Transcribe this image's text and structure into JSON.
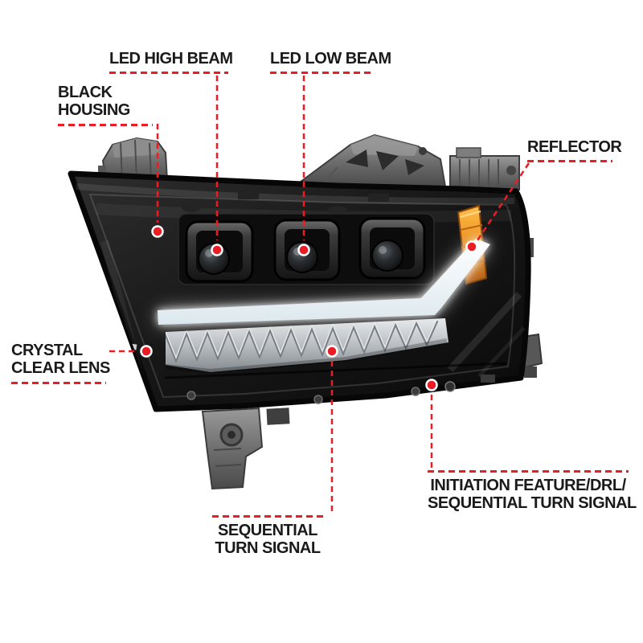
{
  "colors": {
    "accent_red": "#ec1c24",
    "amber_reflector": "#f09a26",
    "housing_black": "#111111",
    "background": "#ffffff"
  },
  "callouts": {
    "led_high_beam": {
      "lines": [
        "LED HIGH BEAM"
      ]
    },
    "led_low_beam": {
      "lines": [
        "LED LOW BEAM"
      ]
    },
    "black_housing": {
      "lines": [
        "BLACK",
        "HOUSING"
      ]
    },
    "reflector": {
      "lines": [
        "REFLECTOR"
      ]
    },
    "crystal_clear_lens": {
      "lines": [
        "CRYSTAL",
        "CLEAR LENS"
      ]
    },
    "sequential_turn_signal": {
      "lines": [
        "SEQUENTIAL",
        "TURN SIGNAL"
      ]
    },
    "initiation_feature_drl": {
      "lines": [
        "INITIATION FEATURE/DRL/",
        "SEQUENTIAL TURN SIGNAL"
      ]
    }
  }
}
